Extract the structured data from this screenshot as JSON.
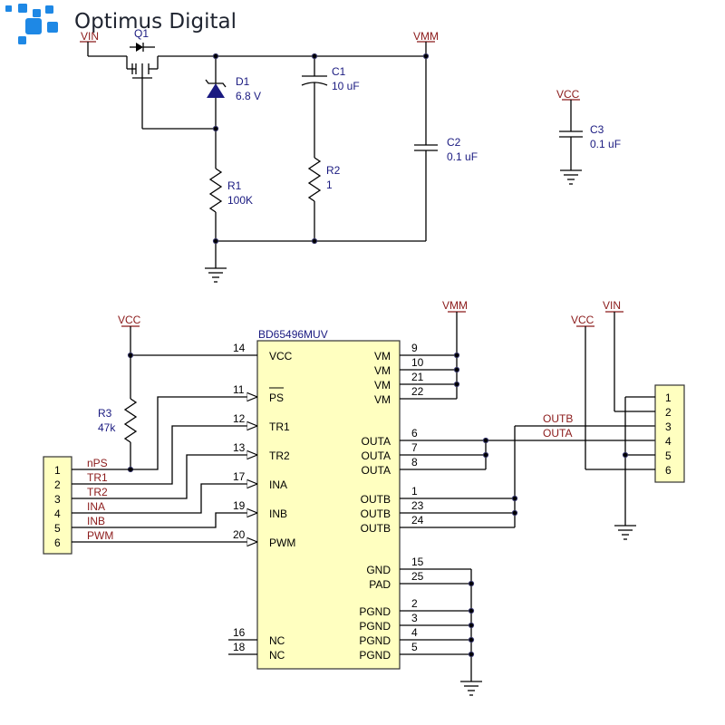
{
  "brand": {
    "name": "Optimus Digital"
  },
  "power_section": {
    "vin": "VIN",
    "vmm": "VMM",
    "q1": "Q1",
    "d1": {
      "ref": "D1",
      "value": "6.8 V"
    },
    "c1": {
      "ref": "C1",
      "value": "10 uF"
    },
    "c2": {
      "ref": "C2",
      "value": "0.1 uF"
    },
    "r1": {
      "ref": "R1",
      "value": "100K"
    },
    "r2": {
      "ref": "R2",
      "value": "1"
    },
    "vcc": "VCC",
    "c3": {
      "ref": "C3",
      "value": "0.1 uF"
    }
  },
  "driver_section": {
    "ic_name": "BD65496MUV",
    "vcc_left": "VCC",
    "vmm": "VMM",
    "vcc_right": "VCC",
    "vin_right": "VIN",
    "r3": {
      "ref": "R3",
      "value": "47k"
    },
    "ic_left_pins": [
      {
        "num": "14",
        "name": "VCC"
      },
      {
        "num": "11",
        "name": "PS"
      },
      {
        "num": "12",
        "name": "TR1"
      },
      {
        "num": "13",
        "name": "TR2"
      },
      {
        "num": "17",
        "name": "INA"
      },
      {
        "num": "19",
        "name": "INB"
      },
      {
        "num": "20",
        "name": "PWM"
      },
      {
        "num": "16",
        "name": "NC"
      },
      {
        "num": "18",
        "name": "NC"
      }
    ],
    "ic_right_pins": [
      {
        "num": "9",
        "name": "VM"
      },
      {
        "num": "10",
        "name": "VM"
      },
      {
        "num": "21",
        "name": "VM"
      },
      {
        "num": "22",
        "name": "VM"
      },
      {
        "num": "6",
        "name": "OUTA"
      },
      {
        "num": "7",
        "name": "OUTA"
      },
      {
        "num": "8",
        "name": "OUTA"
      },
      {
        "num": "1",
        "name": "OUTB"
      },
      {
        "num": "23",
        "name": "OUTB"
      },
      {
        "num": "24",
        "name": "OUTB"
      },
      {
        "num": "15",
        "name": "GND"
      },
      {
        "num": "25",
        "name": "PAD"
      },
      {
        "num": "2",
        "name": "PGND"
      },
      {
        "num": "3",
        "name": "PGND"
      },
      {
        "num": "4",
        "name": "PGND"
      },
      {
        "num": "5",
        "name": "PGND"
      }
    ],
    "left_header": {
      "pins": [
        "1",
        "2",
        "3",
        "4",
        "5",
        "6"
      ],
      "nets": [
        "nPS",
        "TR1",
        "TR2",
        "INA",
        "INB",
        "PWM"
      ]
    },
    "right_header": {
      "pins": [
        "1",
        "2",
        "3",
        "4",
        "5",
        "6"
      ],
      "nets": [
        "OUTB",
        "OUTA"
      ]
    }
  },
  "colors": {
    "label": "#1a1a80",
    "net": "#8b1a1a",
    "ic_fill": "#ffffc0",
    "logo_blue": "#1e88e5"
  }
}
